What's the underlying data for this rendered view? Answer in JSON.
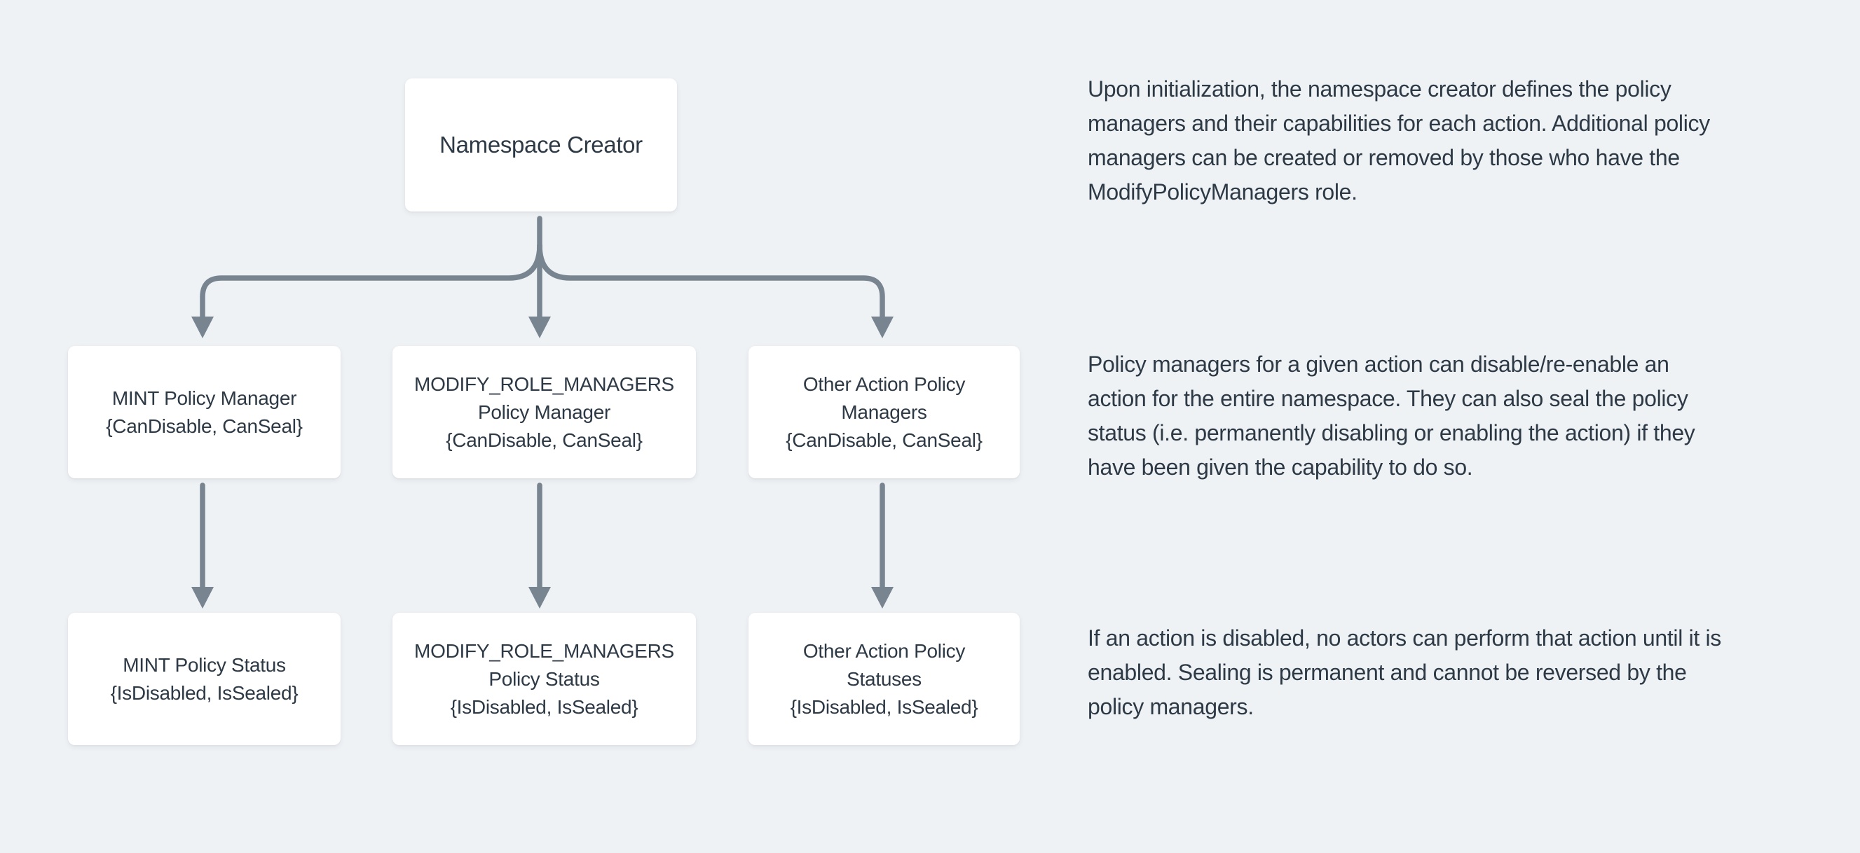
{
  "colors": {
    "bg": "#eff2f5",
    "box": "#ffffff",
    "ink": "#2d3945",
    "arrow": "#78848f"
  },
  "diagram": {
    "root": {
      "lines": [
        "Namespace Creator"
      ]
    },
    "managers": [
      {
        "lines": [
          "MINT Policy Manager",
          "{CanDisable, CanSeal}"
        ]
      },
      {
        "lines": [
          "MODIFY_ROLE_MANAGERS",
          "Policy Manager",
          "{CanDisable, CanSeal}"
        ]
      },
      {
        "lines": [
          "Other Action Policy",
          "Managers",
          "{CanDisable, CanSeal}"
        ]
      }
    ],
    "statuses": [
      {
        "lines": [
          "MINT Policy Status",
          "{IsDisabled, IsSealed}"
        ]
      },
      {
        "lines": [
          "MODIFY_ROLE_MANAGERS",
          "Policy Status",
          "{IsDisabled, IsSealed}"
        ]
      },
      {
        "lines": [
          "Other Action Policy",
          "Statuses",
          "{IsDisabled, IsSealed}"
        ]
      }
    ]
  },
  "notes": [
    {
      "lines": [
        "Upon initialization, the namespace creator defines the policy",
        "managers and their capabilities for each action. Additional policy",
        "managers can be created or removed by those who have the",
        "ModifyPolicyManagers role."
      ]
    },
    {
      "lines": [
        "Policy managers for a given action can disable/re-enable an",
        "action for the entire namespace. They can also seal the policy",
        "status (i.e. permanently disabling or enabling the action) if they",
        "have been given the capability to do so."
      ]
    },
    {
      "lines": [
        "If an action is disabled, no actors can perform that action until it is",
        "enabled. Sealing is permanent and cannot be reversed by the",
        "policy managers."
      ]
    }
  ]
}
